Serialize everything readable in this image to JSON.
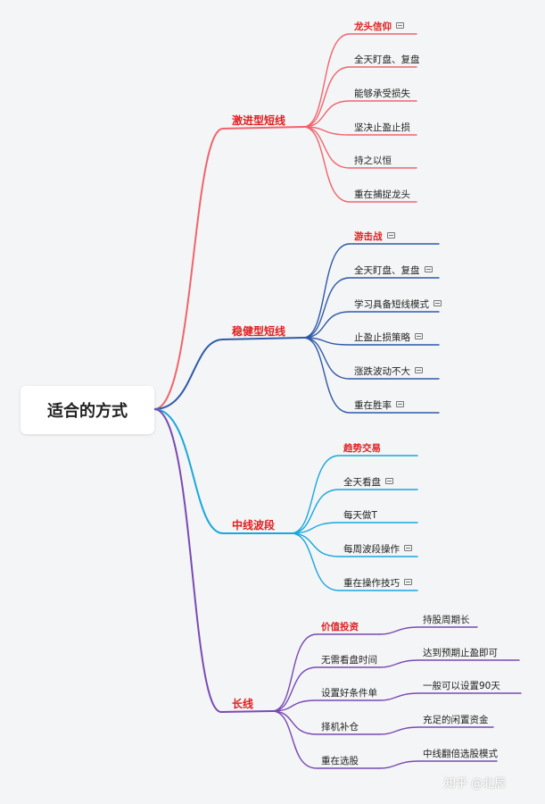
{
  "root": "适合的方式",
  "colors": {
    "red": "#f0646e",
    "blue": "#2f5aa8",
    "cyan": "#1aa7dd",
    "purple": "#7a4ab3",
    "highlight": "#e01f1f"
  },
  "branches": [
    {
      "label": "激进型短线",
      "color": "#f0646e",
      "items": [
        {
          "text": "龙头信仰",
          "highlight": true,
          "note": true
        },
        {
          "text": "全天盯盘、复盘",
          "highlight": false,
          "note": false
        },
        {
          "text": "能够承受损失",
          "highlight": false,
          "note": false
        },
        {
          "text": "坚决止盈止损",
          "highlight": false,
          "note": false
        },
        {
          "text": "持之以恒",
          "highlight": false,
          "note": false
        },
        {
          "text": "重在捕捉龙头",
          "highlight": false,
          "note": false
        }
      ]
    },
    {
      "label": "稳健型短线",
      "color": "#2f5aa8",
      "items": [
        {
          "text": "游击战",
          "highlight": true,
          "note": true
        },
        {
          "text": "全天盯盘、复盘",
          "highlight": false,
          "note": true
        },
        {
          "text": "学习具备短线模式",
          "highlight": false,
          "note": true
        },
        {
          "text": "止盈止损策略",
          "highlight": false,
          "note": true
        },
        {
          "text": "涨跌波动不大",
          "highlight": false,
          "note": true
        },
        {
          "text": "重在胜率",
          "highlight": false,
          "note": true
        }
      ]
    },
    {
      "label": "中线波段",
      "color": "#1aa7dd",
      "items": [
        {
          "text": "趋势交易",
          "highlight": true,
          "note": false
        },
        {
          "text": "全天看盘",
          "highlight": false,
          "note": true
        },
        {
          "text": "每天做T",
          "highlight": false,
          "note": false
        },
        {
          "text": "每周波段操作",
          "highlight": false,
          "note": true
        },
        {
          "text": "重在操作技巧",
          "highlight": false,
          "note": true
        }
      ]
    },
    {
      "label": "长线",
      "color": "#7a4ab3",
      "items": [
        {
          "text": "价值投资",
          "highlight": true,
          "note": false,
          "sub": "持股周期长"
        },
        {
          "text": "无需看盘时间",
          "highlight": false,
          "note": false,
          "sub": "达到预期止盈即可"
        },
        {
          "text": "设置好条件单",
          "highlight": false,
          "note": false,
          "sub": "一般可以设置90天"
        },
        {
          "text": "择机补仓",
          "highlight": false,
          "note": false,
          "sub": "充足的闲置资金"
        },
        {
          "text": "重在选股",
          "highlight": false,
          "note": false,
          "sub": "中线翻倍选股模式"
        }
      ]
    }
  ],
  "watermark": "知乎 @北辰"
}
